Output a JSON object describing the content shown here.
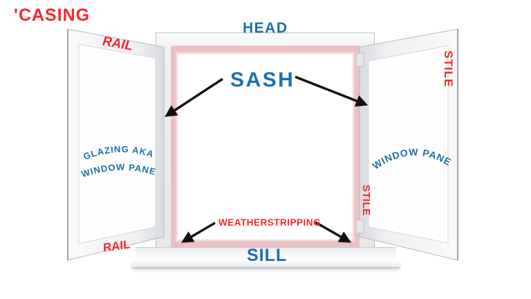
{
  "diagram_title": "window parts anatomy",
  "colors": {
    "label_blue": "#1e6fa8",
    "label_red": "#f8262b",
    "weatherstrip_pink": "#ecc0c3",
    "weatherstrip_pink_light": "#f6d6d8",
    "arrow_black": "#111111",
    "frame_gray": "#e9ebee"
  },
  "labels": {
    "casing": "'CASING",
    "head": "HEAD",
    "rail_top": "RAIL",
    "rail_bottom": "RAIL",
    "stile_outer": "STILE",
    "stile_inner": "STILE",
    "sash": "SASH",
    "glazing_line1": "GLAZING AKA",
    "glazing_line2": "WINDOW PANE",
    "window_pane": "WINDOW PANE",
    "weatherstripping": "WEATHERSTRIPPING",
    "sill": "SILL"
  }
}
